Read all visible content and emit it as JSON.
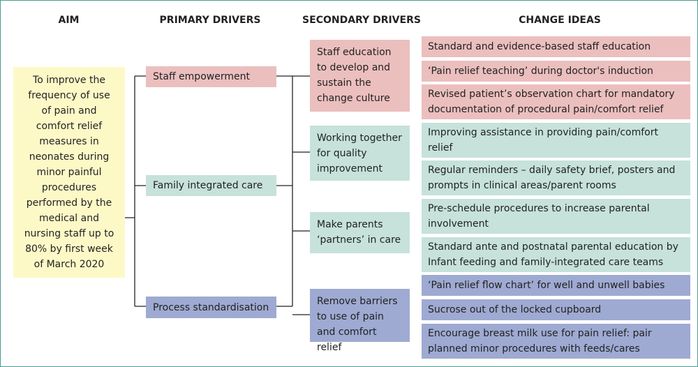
{
  "headers": {
    "aim": "AIM",
    "primary": "PRIMARY DRIVERS",
    "secondary": "SECONDARY DRIVERS",
    "change": "CHANGE IDEAS"
  },
  "aim": "To improve the frequency of use of pain and comfort relief measures in neonates during minor painful procedures performed by the medical and nursing staff up to 80% by first week of March 2020",
  "primary_drivers": [
    "Staff empowerment",
    "Family integrated care",
    "Process standardisation"
  ],
  "secondary_drivers": [
    "Staff education to develop and sustain the change culture",
    "Working together for quality improvement",
    "Make parents ‘partners’ in care",
    "Remove barriers to use of pain and comfort relief"
  ],
  "change_ideas": [
    "Standard and evidence-based staff education",
    "‘Pain relief teaching’ during doctor's induction",
    "Revised patient’s observation chart for mandatory documentation of procedural pain/comfort relief",
    "Improving assistance in providing pain/comfort relief",
    "Regular reminders – daily safety brief, posters and prompts in clinical areas/parent rooms",
    "Pre-schedule procedures to increase parental involvement",
    "Standard ante and postnatal parental education by Infant feeding and family-integrated care teams",
    "‘Pain relief flow chart’ for well and unwell babies",
    "Sucrose out of the locked cupboard",
    "Encourage breast milk use for pain relief: pair planned minor procedures with feeds/cares"
  ],
  "colors": {
    "staff": "#ebbfbe",
    "family": "#c6e2da",
    "process": "#9eaad2",
    "aim": "#fdf9c7",
    "border": "#4a9a8f",
    "connector": "#222222"
  }
}
